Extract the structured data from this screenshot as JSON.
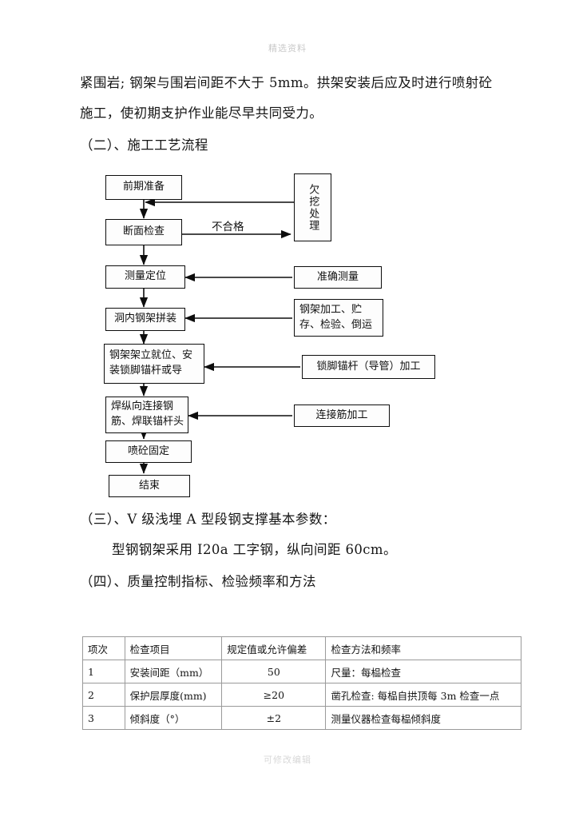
{
  "watermarks": {
    "top": "精选资料",
    "bottom": "可修改编辑"
  },
  "body": {
    "line1": "紧围岩; 钢架与围岩间距不大于 5mm。拱架安装后应及时进行喷射砼",
    "line2": "施工，使初期支护作业能尽早共同受力。",
    "section2_title": "（二）、施工工艺流程",
    "section3_title": "（三）、V 级浅埋 A 型段钢支撑基本参数：",
    "section3_text": "型钢钢架采用 I20a 工字钢，纵向间距 60cm。",
    "section4_title": "（四）、质量控制指标、检验频率和方法"
  },
  "flowchart": {
    "nodes": {
      "prep": "前期准备",
      "section_check": "断面检查",
      "underbreak": "欠挖处理",
      "survey_position": "测量定位",
      "accurate_survey": "准确测量",
      "tunnel_assembly": "洞内钢架拼装",
      "steel_process": "钢架加工、贮存、检验、倒运",
      "erect_anchor": "钢架架立就位、安装锁脚锚杆或导",
      "lock_anchor_process": "锁脚锚杆（导管）加工",
      "weld_rebar": "焊纵向连接钢筋、焊联锚杆头",
      "connect_rebar_process": "连接筋加工",
      "shotcrete_fix": "喷砼固定",
      "end": "结束"
    },
    "edge_labels": {
      "unqualified": "不合格"
    }
  },
  "table": {
    "headers": [
      "项次",
      "检查项目",
      "规定值或允许偏差",
      "检查方法和频率"
    ],
    "rows": [
      [
        "1",
        "安装间距（mm）",
        "50",
        "尺量：每榀检查"
      ],
      [
        "2",
        "保护层厚度(mm)",
        "≥20",
        "凿孔检查: 每榀自拱顶每 3m 检查一点"
      ],
      [
        "3",
        "倾斜度（°）",
        "±2",
        "测量仪器检查每榀倾斜度"
      ]
    ]
  }
}
